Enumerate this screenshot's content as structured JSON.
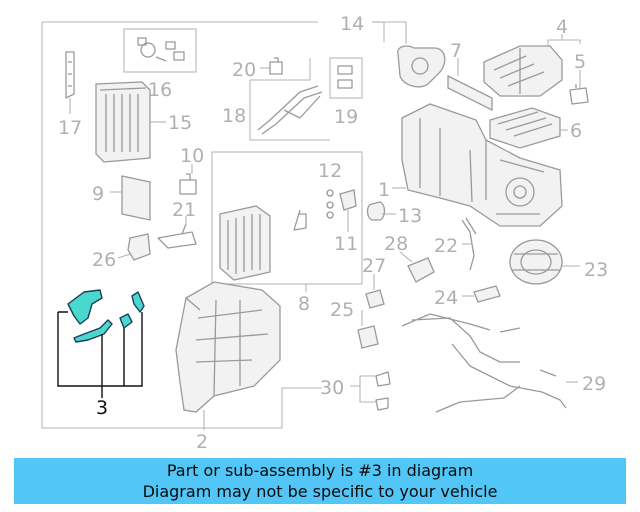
{
  "diagram": {
    "callouts": [
      "14",
      "4",
      "7",
      "5",
      "16",
      "20",
      "17",
      "15",
      "18",
      "19",
      "6",
      "10",
      "12",
      "1",
      "9",
      "21",
      "13",
      "11",
      "28",
      "22",
      "26",
      "23",
      "27",
      "8",
      "24",
      "25",
      "30",
      "29",
      "3",
      "2"
    ],
    "highlighted_part": "3",
    "highlight_color": "#4ad8cc"
  },
  "caption": {
    "line1": "Part or sub-assembly is #3 in diagram",
    "line2": "Diagram may not be specific to your vehicle",
    "background": "#52c6f6"
  }
}
